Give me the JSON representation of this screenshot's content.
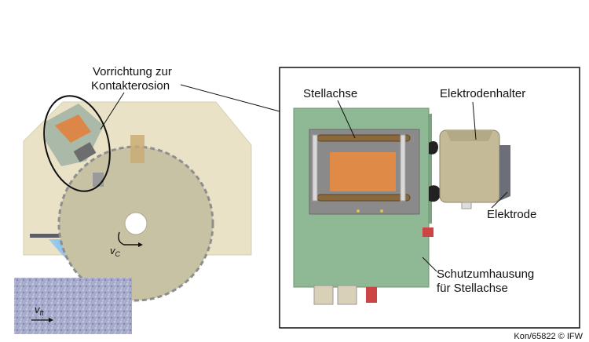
{
  "labels": {
    "device_line1": "Vorrichtung zur",
    "device_line2": "Kontakterosion",
    "axis": "Stellachse",
    "holder": "Elektrodenhalter",
    "electrode": "Elektrode",
    "housing_line1": "Schutzumhausung",
    "housing_line2": "für Stellachse",
    "vc_main": "v",
    "vc_sub": "C",
    "vft_main": "v",
    "vft_sub": "ft",
    "credit": "Kon/65822 © IFW"
  },
  "colors": {
    "plate": "#e9e2c6",
    "wheel": "#c7c2a4",
    "housing_green": "#8fb895",
    "axis_gray": "#8a8a8a",
    "orange_pad": "#e08a48",
    "holder_tan": "#c5ba98",
    "workpiece": "#a2a6c8"
  }
}
